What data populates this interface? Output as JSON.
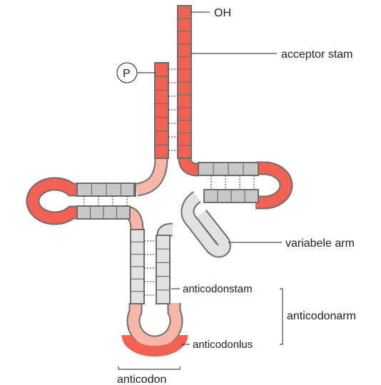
{
  "labels": {
    "oh": "OH",
    "p": "P",
    "acceptor": "acceptor stam",
    "variable": "variabele arm",
    "anticodonstam": "anticodonstam",
    "anticodonarm": "anticodonarm",
    "anticodonlus": "anticodonlus",
    "anticodon": "anticodon"
  },
  "colors": {
    "red": "#f26254",
    "pink": "#f7b6aa",
    "gray": "#c8c8c8",
    "lightgray": "#e2e2e2",
    "outline": "#6d6d6d"
  }
}
